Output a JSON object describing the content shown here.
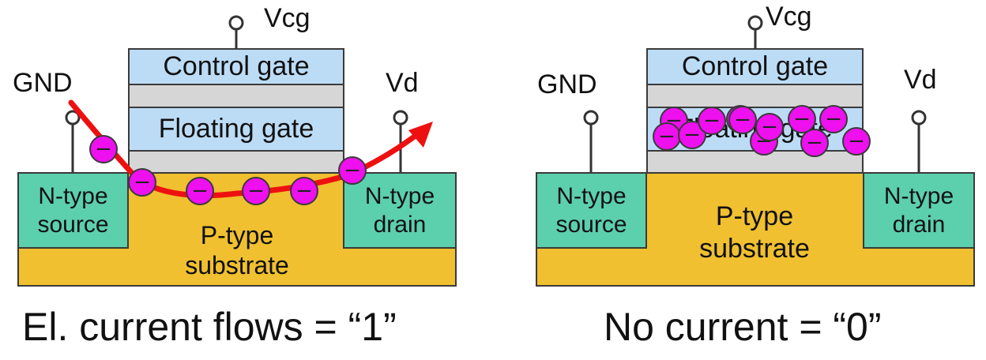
{
  "left": {
    "terminals": {
      "source": "GND",
      "gate": "Vcg",
      "drain": "Vd"
    },
    "control_gate": "Control gate",
    "floating_gate": "Floating gate",
    "source_region": "N-type\nsource",
    "drain_region": "N-type\ndrain",
    "substrate": "P-type\nsubstrate",
    "caption": "El. current flows = “1”",
    "electron_symbol": "−"
  },
  "right": {
    "terminals": {
      "source": "GND",
      "gate": "Vcg",
      "drain": "Vd"
    },
    "control_gate": "Control gate",
    "floating_gate": "Floating gate",
    "source_region": "N-type\nsource",
    "drain_region": "N-type\ndrain",
    "substrate": "P-type\nsubstrate",
    "caption": "No current = “0”",
    "electron_symbol": "−"
  },
  "colors": {
    "substrate": "#f0c030",
    "n_type": "#5ccfad",
    "gate": "#bcdcf6",
    "oxide": "#d6d6d6",
    "electron": "#ee10ee",
    "current_arrow": "#ee1010"
  }
}
